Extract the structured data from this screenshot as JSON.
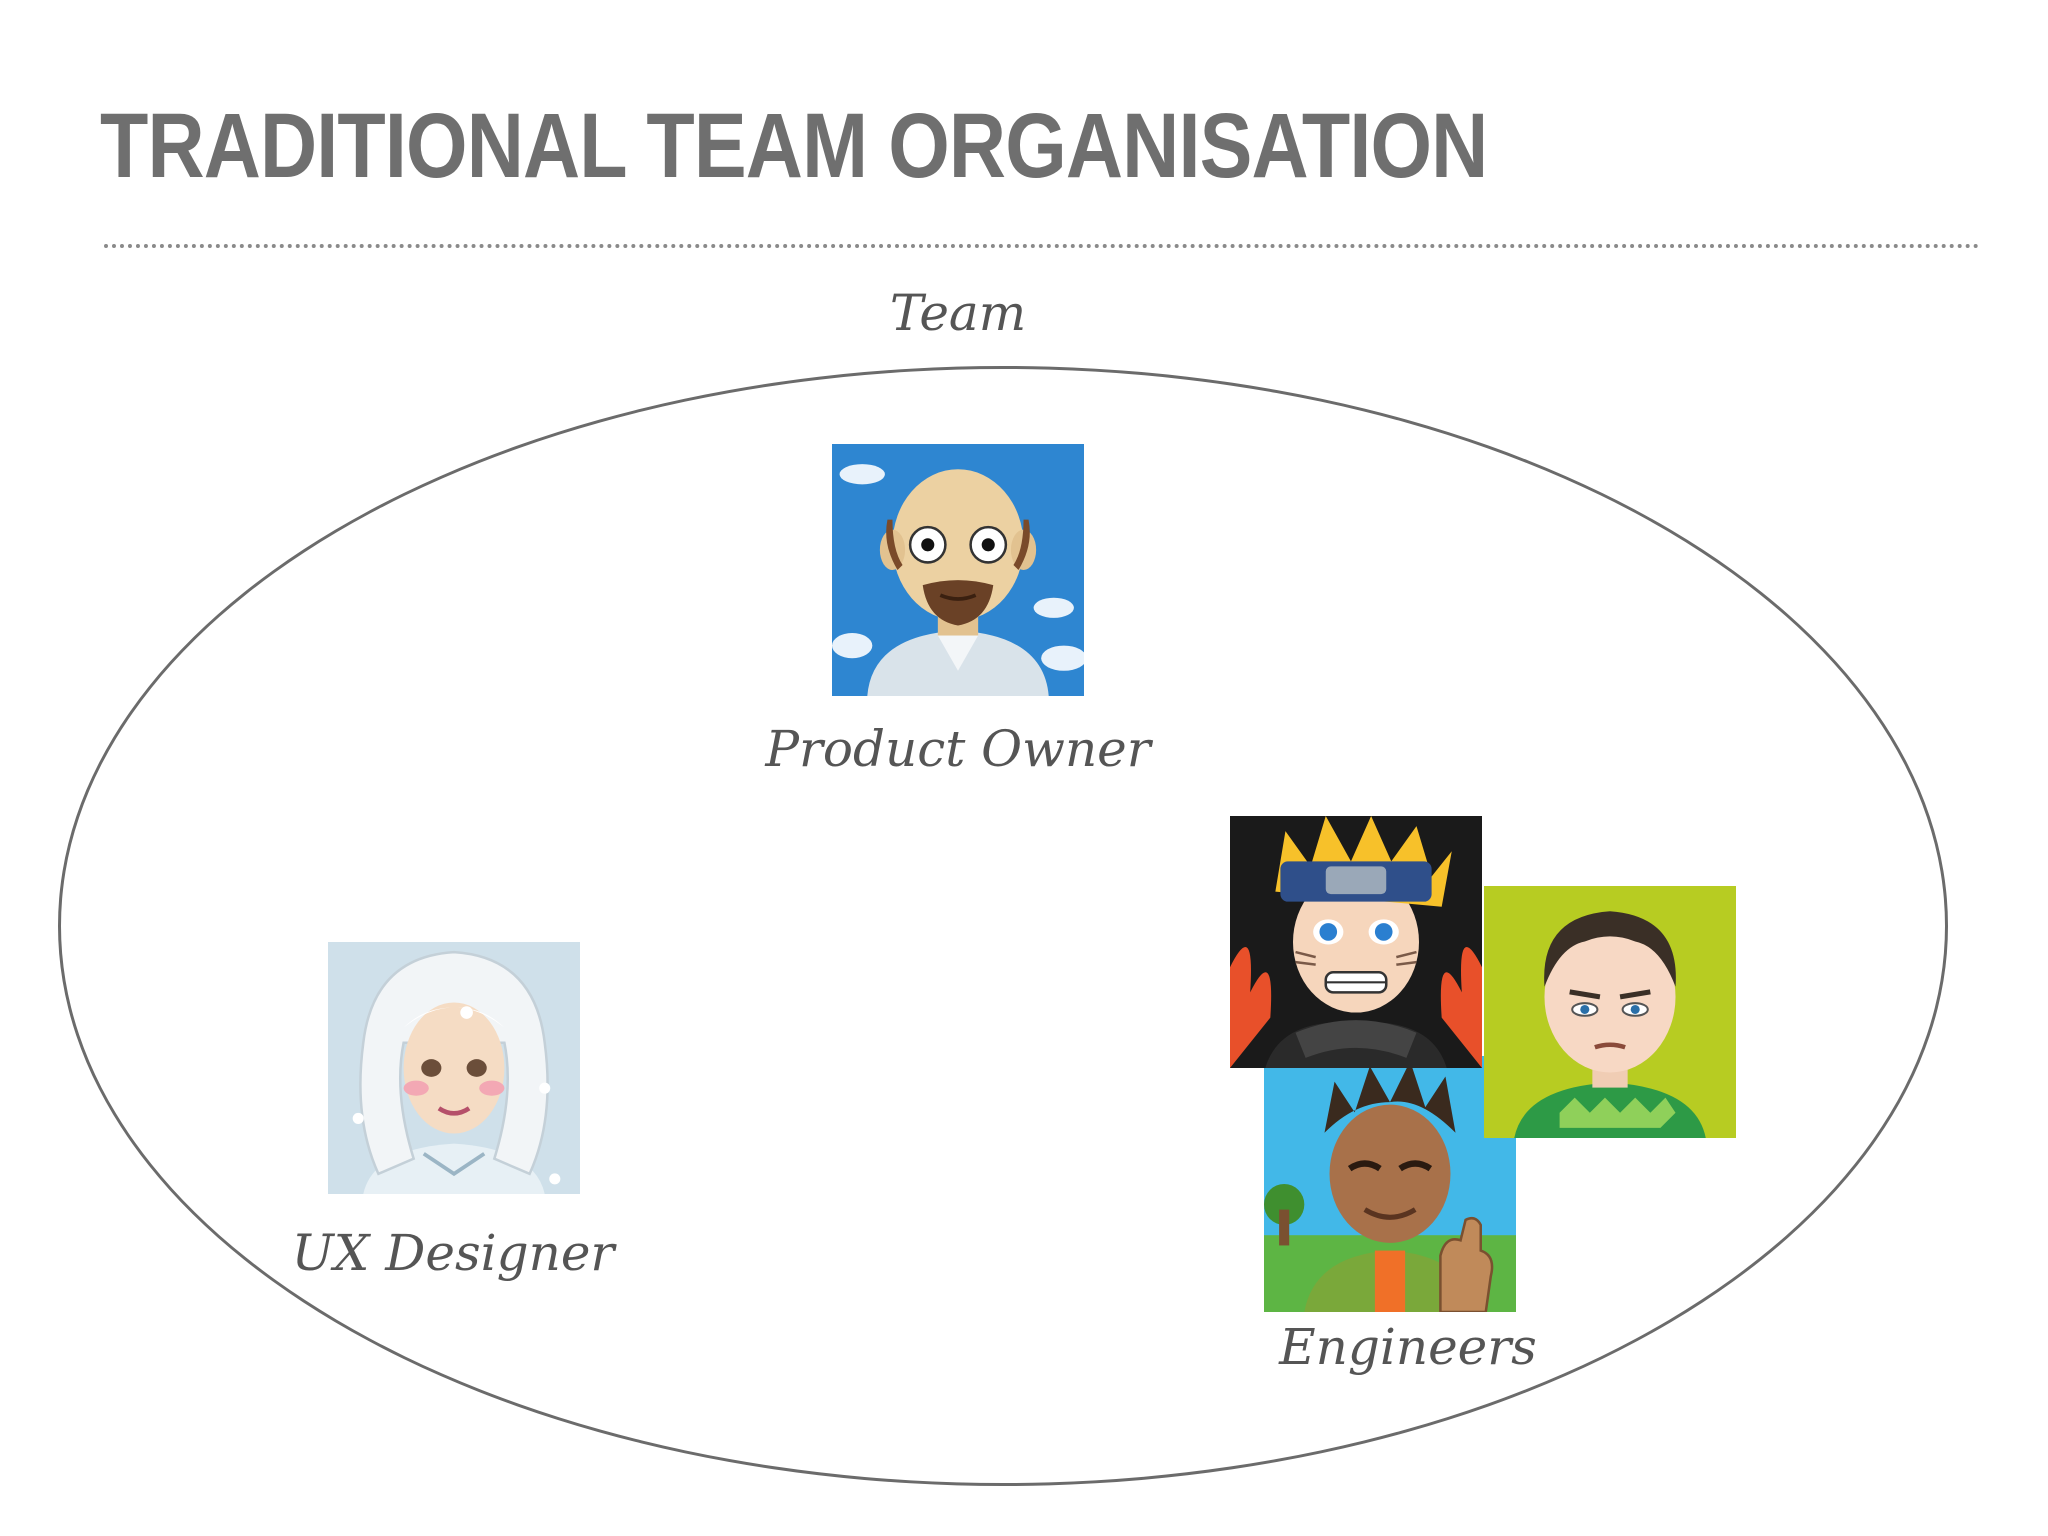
{
  "slide": {
    "title": "TRADITIONAL TEAM ORGANISATION",
    "team_label": "Team"
  },
  "roles": {
    "product_owner": {
      "label": "Product Owner"
    },
    "ux_designer": {
      "label": "UX Designer"
    },
    "engineers": {
      "label": "Engineers",
      "count": 3
    }
  },
  "colors": {
    "title": "#6f6f6f",
    "label": "#555555",
    "ellipse_stroke": "#6b6b6b",
    "product_owner_bg": "#2e86d1",
    "ux_designer_bg": "#cfe0ea",
    "engineer_1_bg": "#1a1a1a",
    "engineer_2_bg": "#b7cc22",
    "engineer_3_bg": "#42b8e8"
  },
  "icons": {
    "product_owner": "bald-man-avatar-icon",
    "ux_designer": "white-haired-woman-avatar-icon",
    "engineer_1": "ninja-headband-avatar-icon",
    "engineer_2": "green-sweater-man-avatar-icon",
    "engineer_3": "thumbs-up-man-avatar-icon"
  }
}
